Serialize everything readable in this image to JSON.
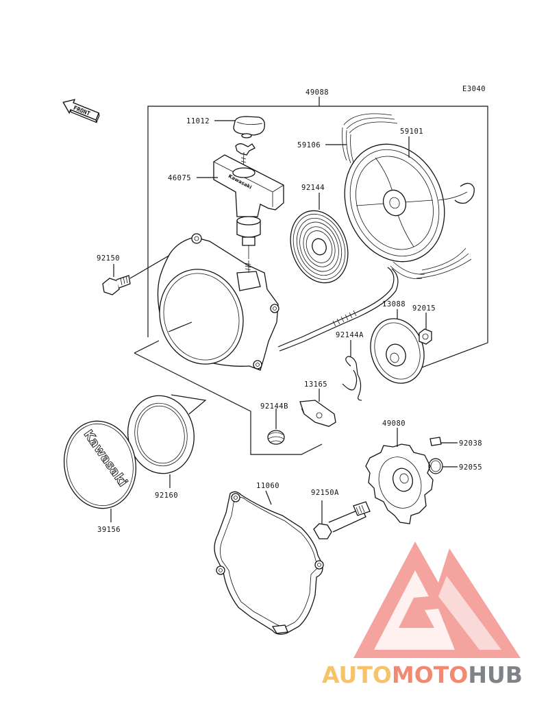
{
  "diagram": {
    "code": "E3040",
    "front_label": "FRONT",
    "brand_on_cover": "Kawasaki",
    "brand_on_handle": "Kawasaki",
    "parts": {
      "assy": "49088",
      "p11012": "11012",
      "p46075": "46075",
      "p59106": "59106",
      "p59101": "59101",
      "p92144": "92144",
      "p92150": "92150",
      "p13088": "13088",
      "p92015": "92015",
      "p92144A": "92144A",
      "p13165": "13165",
      "p92144B": "92144B",
      "p49080": "49080",
      "p92038": "92038",
      "p92055": "92055",
      "p92160": "92160",
      "p39156": "39156",
      "p11060": "11060",
      "p92150A": "92150A"
    }
  },
  "watermark": {
    "part1": "AUTO",
    "part2": "MOTO",
    "part3": "HUB",
    "color_light": "#f6c36a",
    "color_mid": "#f08a72",
    "color_dark": "#7f8388",
    "logo_color": "#f07b7b"
  }
}
